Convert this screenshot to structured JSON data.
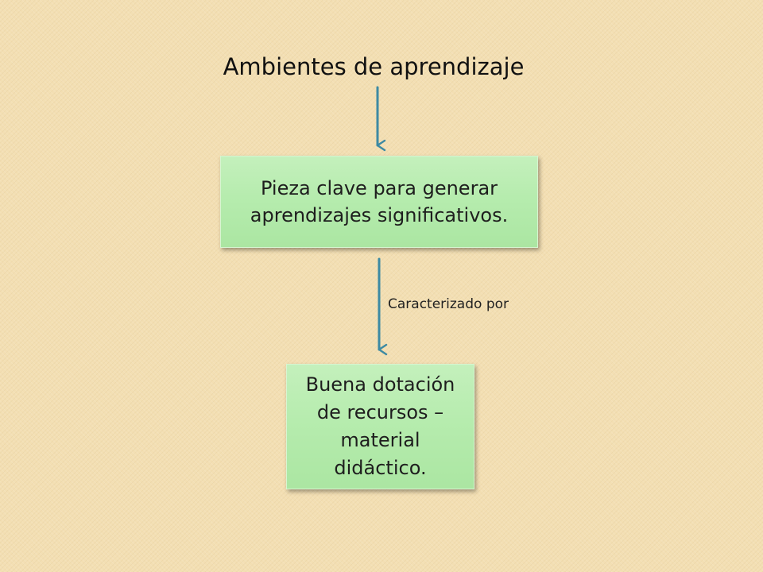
{
  "title": "Ambientes de aprendizaje",
  "nodes": [
    {
      "id": "pieza-clave",
      "text": "Pieza clave para generar aprendizajes significativos."
    },
    {
      "id": "buena-dotacion",
      "text": "Buena dotación de recursos – material didáctico."
    }
  ],
  "edges": [
    {
      "from": "title",
      "to": "pieza-clave",
      "label": ""
    },
    {
      "from": "pieza-clave",
      "to": "buena-dotacion",
      "label": "Caracterizado por"
    }
  ],
  "colors": {
    "background": "#f3dfb3",
    "node_fill": "#b6ecae",
    "arrow": "#3d8aa3"
  }
}
